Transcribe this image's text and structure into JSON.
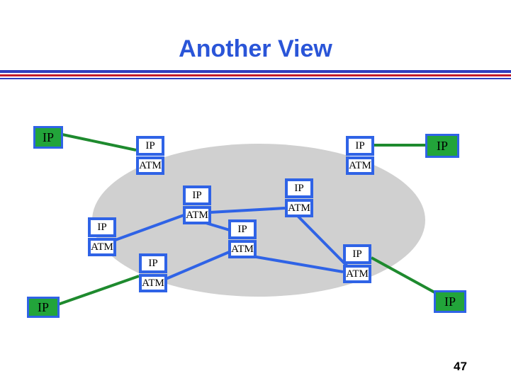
{
  "slide": {
    "title": "Another View",
    "page_number": "47"
  },
  "diagram": {
    "colors": {
      "title": "#2a55d8",
      "cloud": "#d0d0d0",
      "atm_link": "#2f63e6",
      "host_link": "#1e8a2e",
      "host_fill": "#22a43a"
    },
    "switches": [
      {
        "id": "s1",
        "ip": "IP",
        "atm": "ATM"
      },
      {
        "id": "s2",
        "ip": "IP",
        "atm": "ATM"
      },
      {
        "id": "s3",
        "ip": "IP",
        "atm": "ATM"
      },
      {
        "id": "s4",
        "ip": "IP",
        "atm": "ATM"
      },
      {
        "id": "s5",
        "ip": "IP",
        "atm": "ATM"
      },
      {
        "id": "s6",
        "ip": "IP",
        "atm": "ATM"
      },
      {
        "id": "s7",
        "ip": "IP",
        "atm": "ATM"
      },
      {
        "id": "s8",
        "ip": "IP",
        "atm": "ATM"
      }
    ],
    "hosts": [
      {
        "id": "h1",
        "label": "IP"
      },
      {
        "id": "h2",
        "label": "IP"
      },
      {
        "id": "h3",
        "label": "IP"
      },
      {
        "id": "h4",
        "label": "IP"
      }
    ]
  }
}
